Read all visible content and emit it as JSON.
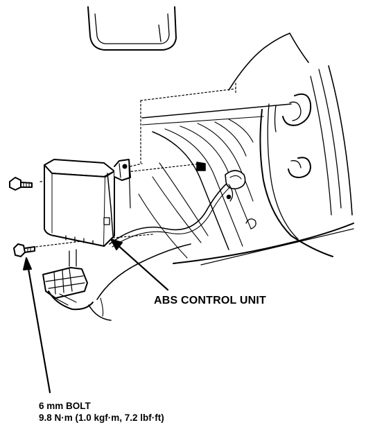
{
  "labels": {
    "control_unit": "ABS CONTROL UNIT",
    "bolt_line1": "6 mm BOLT",
    "bolt_line2": "9.8 N·m (1.0 kgf·m, 7.2 lbf·ft)"
  },
  "colors": {
    "ink": "#000000",
    "paper": "#ffffff"
  }
}
